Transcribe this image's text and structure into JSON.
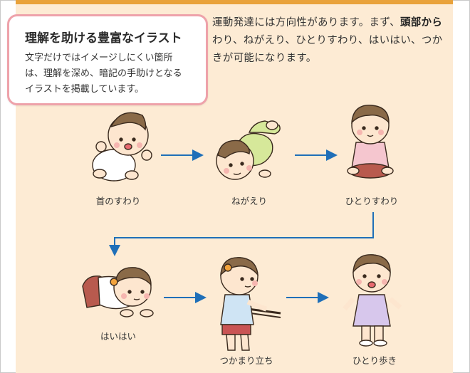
{
  "callout": {
    "title": "理解を助ける豊富なイラスト",
    "lines": [
      "文字だけではイメージしにくい箇所",
      "は、理解を深め、暗記の手助けとなる",
      "イラストを掲載しています。"
    ]
  },
  "body": {
    "line1_a": "運動発達には方向性があります。まず、",
    "line1_b": "頭部から",
    "line2": "わり、ねがえり、ひとりすわり、はいはい、つか",
    "line3": "きが可能になります。"
  },
  "stages": [
    {
      "label": "首のすわり"
    },
    {
      "label": "ねがえり"
    },
    {
      "label": "ひとりすわり"
    },
    {
      "label": "はいはい"
    },
    {
      "label": "つかまり立ち"
    },
    {
      "label": "ひとり歩き"
    }
  ],
  "colors": {
    "page_bg": "#fdebd4",
    "top_bar": "#e9a23b",
    "callout_border": "#eea2aa",
    "arrow": "#1f6fb8",
    "skin": "#fde6cf",
    "hair": "#8a6a48"
  }
}
